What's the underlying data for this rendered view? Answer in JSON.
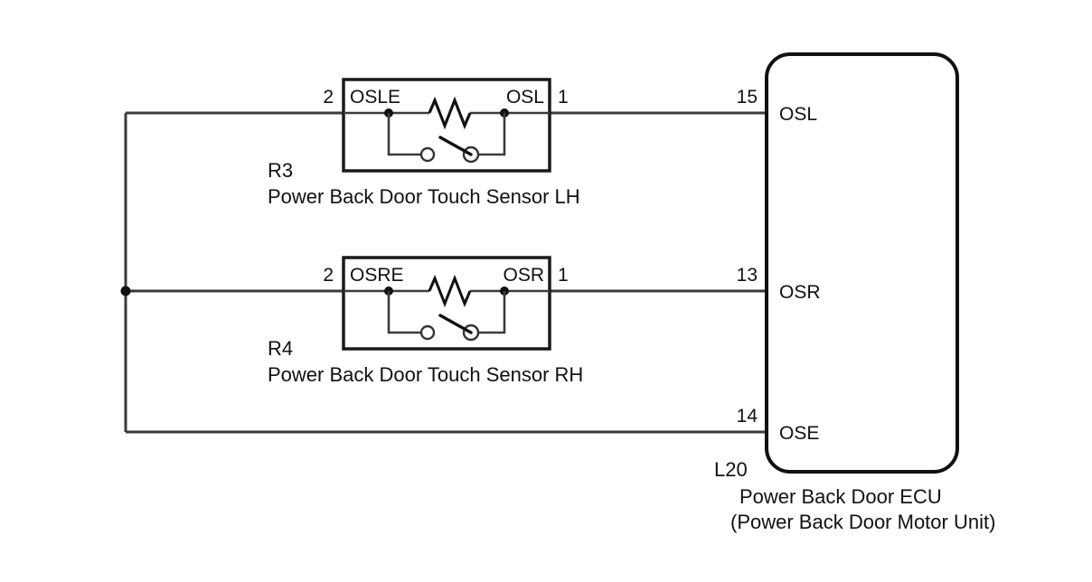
{
  "diagram": {
    "type": "automotive-wiring-schematic",
    "background_color": "#ffffff",
    "line_color": "#3b3b3b",
    "text_color": "#111111"
  },
  "components": {
    "sensor_lh": {
      "ref": "R3",
      "caption": "Power Back Door Touch Sensor LH",
      "left_pin_number": "2",
      "left_terminal": "OSLE",
      "right_terminal": "OSL",
      "right_pin_number": "1",
      "internal": {
        "resistor": "resistor-zigzag",
        "switch": "normally-open-switch"
      }
    },
    "sensor_rh": {
      "ref": "R4",
      "caption": "Power Back Door Touch Sensor RH",
      "left_pin_number": "2",
      "left_terminal": "OSRE",
      "right_terminal": "OSR",
      "right_pin_number": "1",
      "internal": {
        "resistor": "resistor-zigzag",
        "switch": "normally-open-switch"
      }
    },
    "ecu": {
      "ref": "L20",
      "caption_line_1": "Power Back Door ECU",
      "caption_line_2": "(Power Back Door Motor Unit)",
      "pins": [
        {
          "number": "15",
          "name": "OSL"
        },
        {
          "number": "13",
          "name": "OSR"
        },
        {
          "number": "14",
          "name": "OSE"
        }
      ]
    }
  },
  "nets": [
    {
      "name": "OSL-signal",
      "from": "R3 pin 1 (OSL)",
      "to": "ECU pin 15 (OSL)"
    },
    {
      "name": "OSR-signal",
      "from": "R4 pin 1 (OSR)",
      "to": "ECU pin 13 (OSR)"
    },
    {
      "name": "OSE-ground-return",
      "from": "R3 pin 2 (OSLE) and R4 pin 2 (OSRE)",
      "to": "ECU pin 14 (OSE)",
      "junction": true
    }
  ]
}
